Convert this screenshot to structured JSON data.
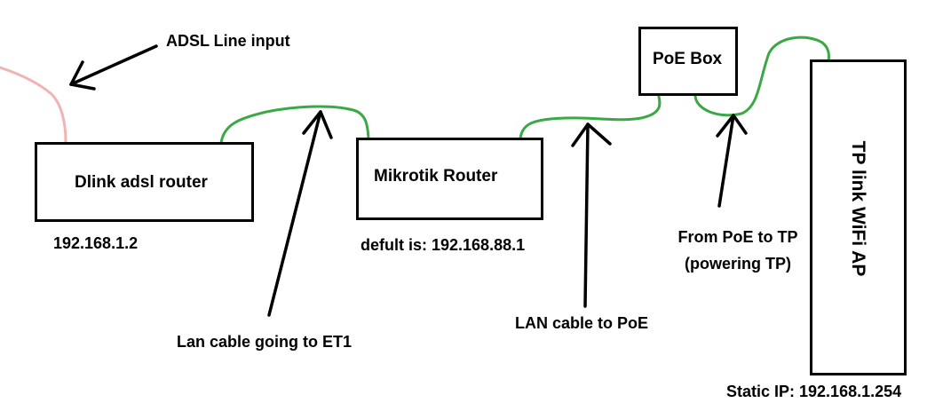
{
  "devices": {
    "dlink": {
      "label": "Dlink adsl router",
      "ip": "192.168.1.2"
    },
    "mikrotik": {
      "label": "Mikrotik Router",
      "ip": "defult is: 192.168.88.1"
    },
    "poe": {
      "label": "PoE Box"
    },
    "tplink": {
      "label": "TP link WiFi AP",
      "ip": "Static IP: 192.168.1.254"
    }
  },
  "annotations": {
    "adsl": "ADSL Line input",
    "lan_et1": "Lan cable going to ET1",
    "lan_poe": "LAN cable to PoE",
    "poe_tp_line1": "From PoE to TP",
    "poe_tp_line2": "(powering TP)"
  },
  "colors": {
    "cable": "#3aa845",
    "adsl_line": "#f0b4b4",
    "outline": "#000000"
  }
}
